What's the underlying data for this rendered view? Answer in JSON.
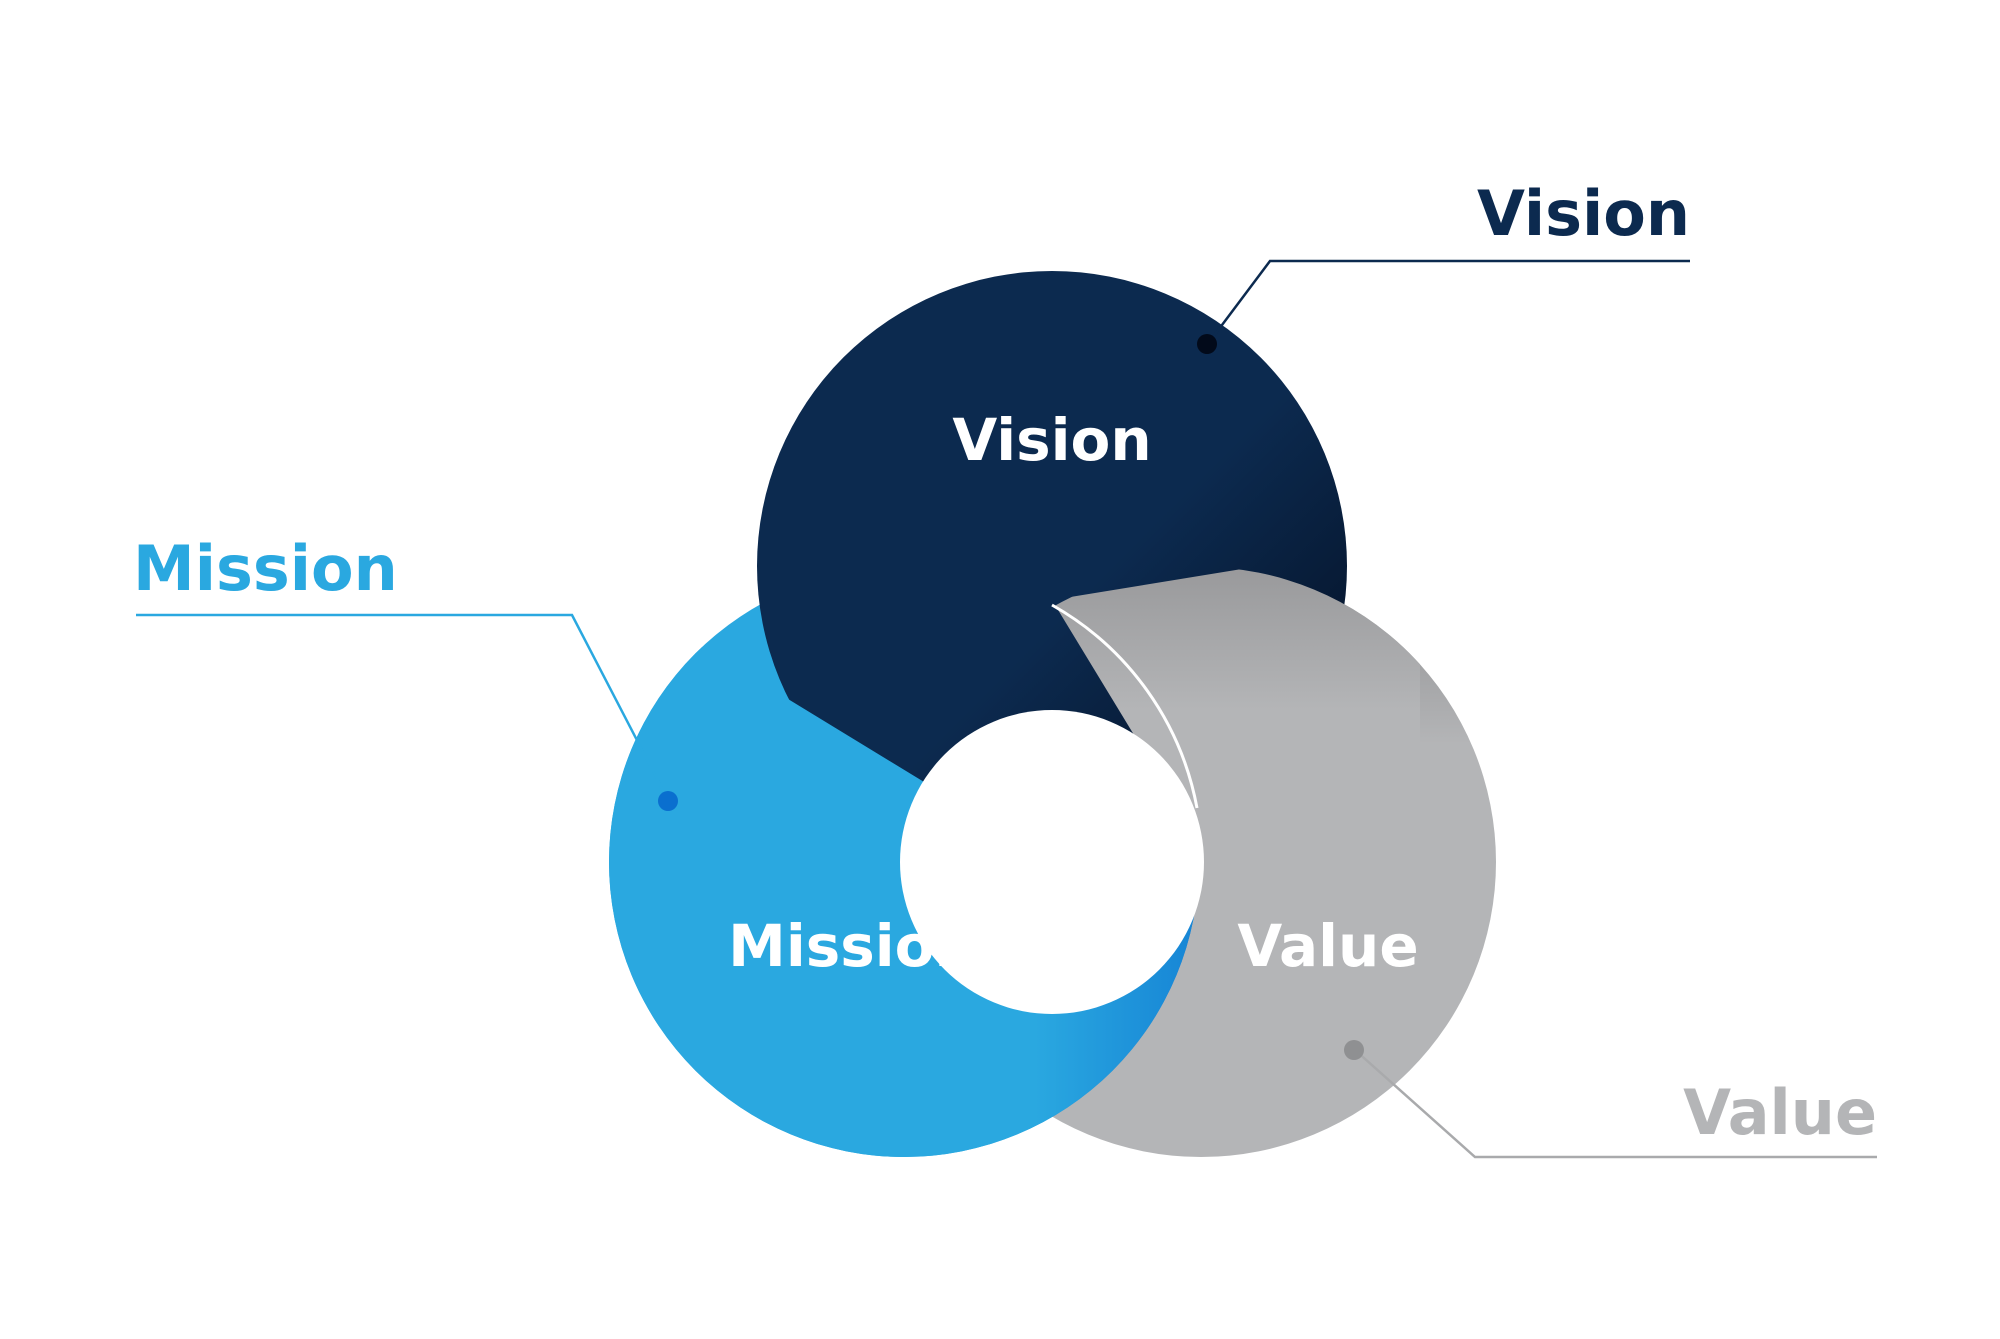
{
  "vision": {
    "inner_label": "Vision",
    "callout_label": "Vision",
    "color": "#0c2a4f",
    "shadow_color": "#020a1a"
  },
  "mission": {
    "inner_label": "Mission",
    "callout_label": "Mission",
    "color": "#2aa8e0",
    "accent_color": "#0a6fcf",
    "dot_color": "#0a6fcf"
  },
  "value": {
    "inner_label": "Value",
    "callout_label": "Value",
    "color": "#b4b5b7",
    "top_color": "#8c8c8e",
    "dot_color": "#8f9092"
  }
}
